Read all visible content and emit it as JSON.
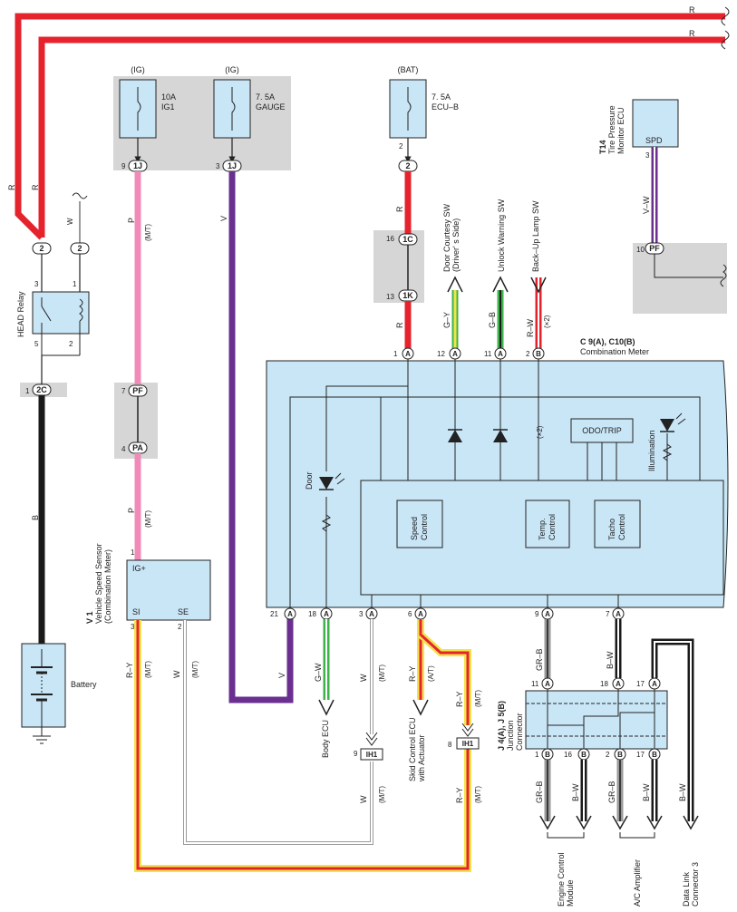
{
  "wire_colors": {
    "R": "#e5232d",
    "P": "#f08bb8",
    "V": "#6a2f8f",
    "B": "#1a1a1a",
    "W": "#9a9a9a",
    "G_Y": [
      "#3db34a",
      "#f2e34c"
    ],
    "G_B": [
      "#3db34a",
      "#1a1a1a"
    ],
    "R_W": [
      "#e5232d",
      "#ffffff"
    ],
    "R_Y": [
      "#e5232d",
      "#f2e34c"
    ],
    "G_W": [
      "#3db34a",
      "#ffffff"
    ],
    "GR_B": [
      "#9a9a9a",
      "#1a1a1a"
    ],
    "B_W": [
      "#1a1a1a",
      "#ffffff"
    ],
    "component_fill": "#c9e6f7",
    "connector_area": "#d6d6d6"
  },
  "wire_labels": {
    "r": "R",
    "p": "P",
    "v": "V",
    "b": "B",
    "w": "W",
    "g_y": "G–Y",
    "g_b": "G–B",
    "r_w": "R–W",
    "r_y": "R–Y",
    "g_w": "G–W",
    "gr_b": "GR–B",
    "b_w": "B–W",
    "mt": "(M/T)",
    "at": "(A/T)",
    "x2": "(×2)"
  },
  "power": {
    "ig": "(IG)",
    "bat": "(BAT)"
  },
  "fuses": {
    "ig1": {
      "rating": "10A",
      "name": "IG1"
    },
    "gauge": {
      "rating": "7. 5A",
      "name": "GAUGE"
    },
    "ecub": {
      "rating": "7. 5A",
      "name": "ECU–B"
    }
  },
  "connectors": {
    "c1j": "1J",
    "c2": "2",
    "c1c": "1C",
    "c1k": "1K",
    "c2c": "2C",
    "cpf": "PF",
    "cpa": "PA",
    "ca": "A",
    "cb": "B",
    "cih1": "IH1"
  },
  "pins": {
    "p9": "9",
    "p3": "3",
    "p2": "2",
    "p16": "16",
    "p13": "13",
    "p1": "1",
    "p12": "12",
    "p11": "11",
    "p7": "7",
    "p4": "4",
    "p5": "5",
    "p10": "10",
    "p21": "21",
    "p18": "18",
    "p6": "6",
    "p8": "8",
    "p17": "17"
  },
  "components": {
    "head_relay": "HEAD Relay",
    "battery": "Battery",
    "vss_code": "V 1",
    "vss_name1": "Vehicle Speed Sensor",
    "vss_name2": "(Combination Meter)",
    "vss_igp": "IG+",
    "vss_si": "SI",
    "vss_se": "SE",
    "tpms_code": "T14",
    "tpms_name1": "Tire Pressure",
    "tpms_name2": "Monitor ECU",
    "tpms_spd": "SPD",
    "meter_code": "C 9(A), C10(B)",
    "meter_name": "Combination Meter",
    "door": "Door",
    "illumination": "Illumination",
    "odo": "ODO/TRIP",
    "speed1": "Speed",
    "speed2": "Control",
    "temp1": "Temp.",
    "temp2": "Control",
    "tacho1": "Tacho",
    "tacho2": "Control",
    "jc_code": "J 4(A), J 5(B)",
    "jc_name1": "Junction",
    "jc_name2": "Connector"
  },
  "destinations": {
    "door_sw1": "Door Courtesy SW",
    "door_sw2": "(Driver' s Side)",
    "unlock_sw": "Unlock Warning SW",
    "backup_sw": "Back–Up Lamp SW",
    "body_ecu": "Body ECU",
    "skid1": "Skid Control ECU",
    "skid2": "with Actuator",
    "ecm1": "Engine Control",
    "ecm2": "Module",
    "ac": "A/C Amplifier",
    "dlc1": "Data Link",
    "dlc2": "Connector 3"
  }
}
